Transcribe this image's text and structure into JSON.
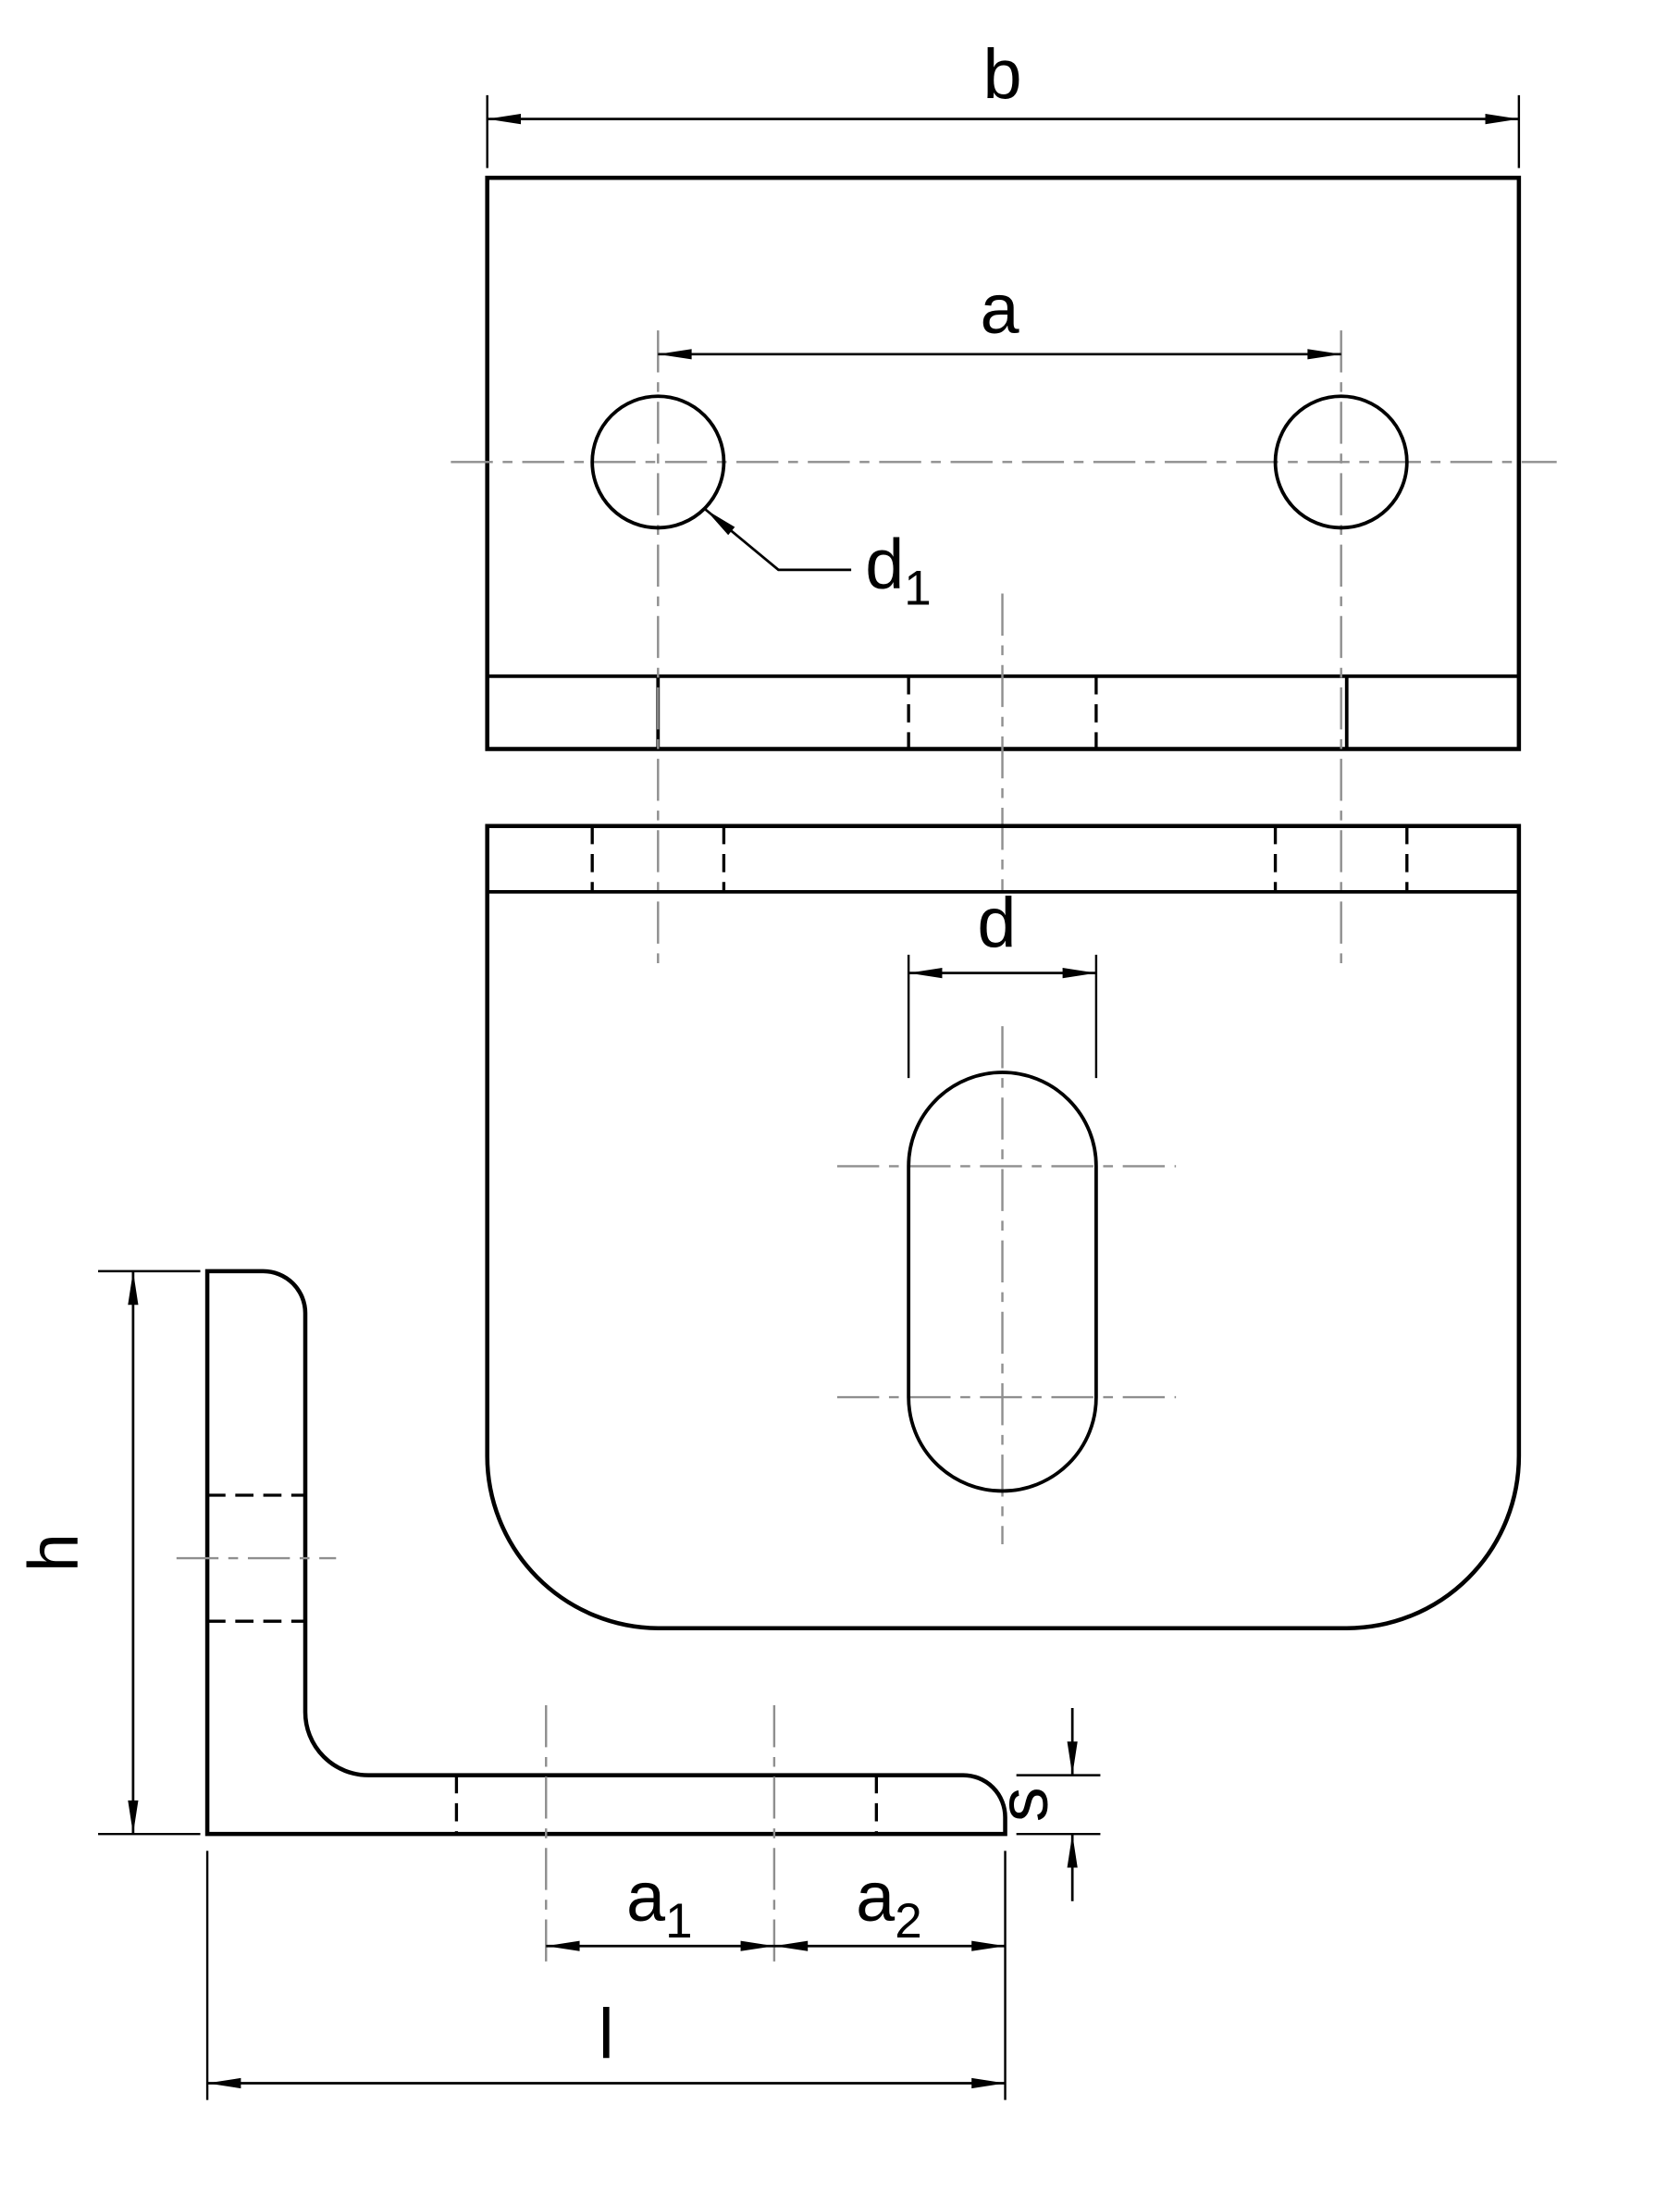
{
  "drawing": {
    "colors": {
      "plate_fill": "#d8d8d8",
      "hole_fill": "#ffffff",
      "outline": "#000000",
      "centerline": "#8f8f8f",
      "background": "#ffffff"
    },
    "labels": {
      "b": "b",
      "a": "a",
      "d1": {
        "base": "d",
        "sub": "1"
      },
      "d": "d",
      "h": "h",
      "s": "s",
      "a1": {
        "base": "a",
        "sub": "1"
      },
      "a2": {
        "base": "a",
        "sub": "2"
      },
      "l": "l"
    }
  }
}
